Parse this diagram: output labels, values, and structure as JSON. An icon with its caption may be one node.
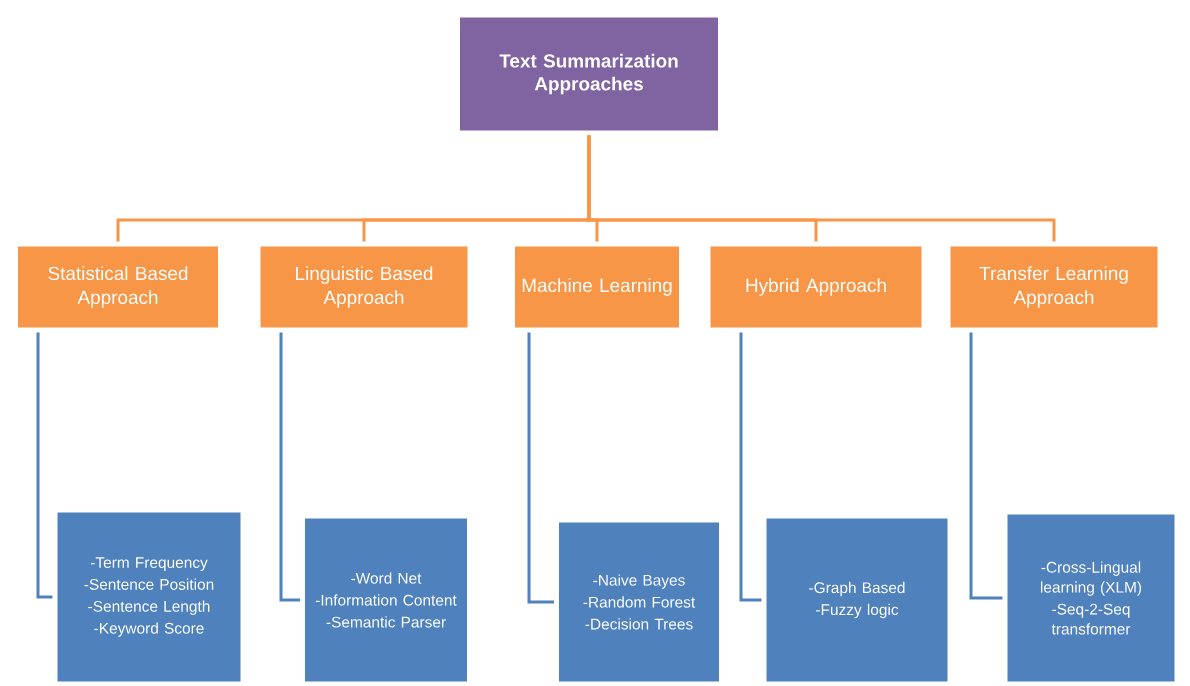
{
  "diagram": {
    "nodes": [
      {
        "text": [
          "Text Summarization Approaches"
        ]
      },
      {
        "text": [
          "Statistical Based Approach"
        ]
      },
      {
        "text": [
          "Linguistic Based Approach"
        ]
      },
      {
        "text": [
          "Machine Learning"
        ]
      },
      {
        "text": [
          "Hybrid Approach"
        ]
      },
      {
        "text": [
          "Transfer Learning Approach"
        ]
      },
      {
        "text": [
          "-Term Frequency",
          "-Sentence Position",
          "-Sentence Length",
          "-Keyword Score"
        ]
      },
      {
        "text": [
          "-Word Net",
          "-Information Content",
          "-Semantic Parser"
        ]
      },
      {
        "text": [
          "-Naive Bayes",
          "-Random Forest",
          "-Decision Trees"
        ]
      },
      {
        "text": [
          "-Graph Based",
          "-Fuzzy logic"
        ]
      },
      {
        "text": [
          "-Cross-Lingual learning (XLM)",
          "-Seq-2-Seq transformer"
        ]
      }
    ],
    "edges": [
      {
        "from": 0,
        "to": 1,
        "arrow": "none",
        "color": "#f79646"
      },
      {
        "from": 0,
        "to": 2,
        "arrow": "none",
        "color": "#f79646"
      },
      {
        "from": 0,
        "to": 3,
        "arrow": "none",
        "color": "#f79646"
      },
      {
        "from": 0,
        "to": 4,
        "arrow": "none",
        "color": "#f79646"
      },
      {
        "from": 0,
        "to": 5,
        "arrow": "none",
        "color": "#f79646"
      },
      {
        "from": 1,
        "to": 6,
        "arrow": "none",
        "color": "#4f81bd"
      },
      {
        "from": 2,
        "to": 7,
        "arrow": "none",
        "color": "#4f81bd"
      },
      {
        "from": 3,
        "to": 8,
        "arrow": "none",
        "color": "#4f81bd"
      },
      {
        "from": 4,
        "to": 9,
        "arrow": "none",
        "color": "#4f81bd"
      },
      {
        "from": 5,
        "to": 10,
        "arrow": "none",
        "color": "#4f81bd"
      }
    ]
  }
}
